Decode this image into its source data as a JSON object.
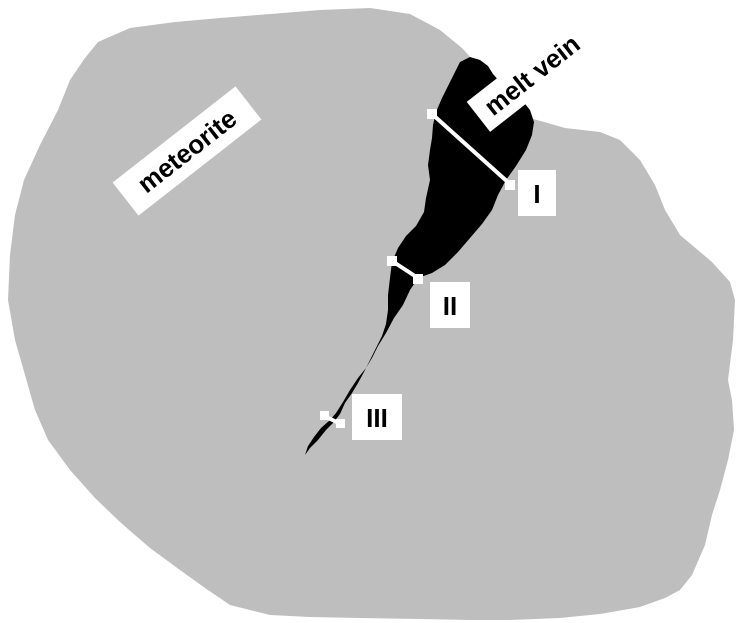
{
  "labels": {
    "meteorite": "meteorite",
    "melt_vein": "melt vein",
    "section_1": "I",
    "section_2": "II",
    "section_3": "III"
  },
  "colors": {
    "meteorite_fill": "#bebebe",
    "vein_fill": "#000000",
    "label_background": "#ffffff",
    "section_line": "#ffffff"
  }
}
